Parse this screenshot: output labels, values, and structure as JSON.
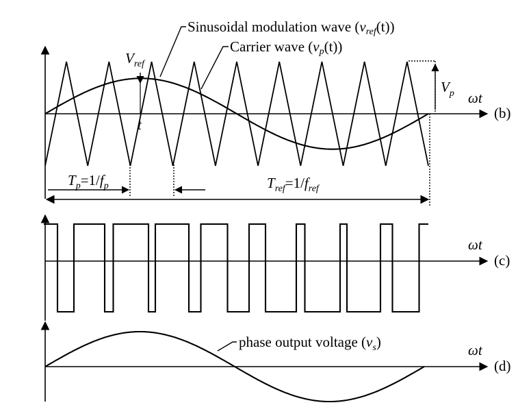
{
  "panels": {
    "b": {
      "tag": "(b)",
      "axis_label": "ωt",
      "modulation_label": "Sinusoidal modulation wave (",
      "modulation_var": "v",
      "modulation_sub": "ref",
      "modulation_arg": "(t))",
      "carrier_label": "Carrier wave (",
      "carrier_var": "v",
      "carrier_sub": "p",
      "carrier_arg": "(t))",
      "vref_var": "V",
      "vref_sub": "ref",
      "t_label": "t",
      "vp_var": "V",
      "vp_sub": "p",
      "tp_var": "T",
      "tp_sub": "p",
      "tp_eq": "=1/",
      "tp_f": "f",
      "tp_fsub": "p",
      "tref_var": "T",
      "tref_sub": "ref",
      "tref_eq": "=1/",
      "tref_f": "f",
      "tref_fsub": "ref"
    },
    "c": {
      "tag": "(c)",
      "axis_label": "ωt"
    },
    "d": {
      "tag": "(d)",
      "axis_label": "ωt",
      "output_label": "phase output voltage (",
      "output_var": "v",
      "output_sub": "s",
      "output_close": ")"
    }
  },
  "waves": {
    "carrier_periods": 9,
    "modulation_amplitude_ratio": 0.68
  }
}
